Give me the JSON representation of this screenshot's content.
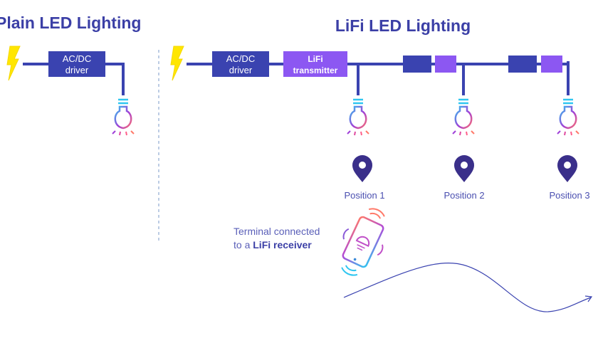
{
  "titles": {
    "plain": "Plain LED Lighting",
    "lifi": "LiFi LED Lighting"
  },
  "plain": {
    "driver_line1": "AC/DC",
    "driver_line2": "driver"
  },
  "lifi": {
    "driver_line1": "AC/DC",
    "driver_line2": "driver",
    "transmitter_line1": "LiFi",
    "transmitter_line2": "transmitter",
    "positions": [
      "Position 1",
      "Position 2",
      "Position 3"
    ]
  },
  "caption": {
    "line1": "Terminal connected",
    "line2_prefix": "to a ",
    "line2_bold": "LiFi receiver"
  },
  "colors": {
    "dark_blue": "#3a43b0",
    "purple": "#8c57f2",
    "bolt": "#ffe600",
    "pin": "#3a2f8a"
  },
  "icons": [
    "lightning-icon",
    "light-bulb-icon",
    "location-pin-icon",
    "smartphone-icon"
  ]
}
